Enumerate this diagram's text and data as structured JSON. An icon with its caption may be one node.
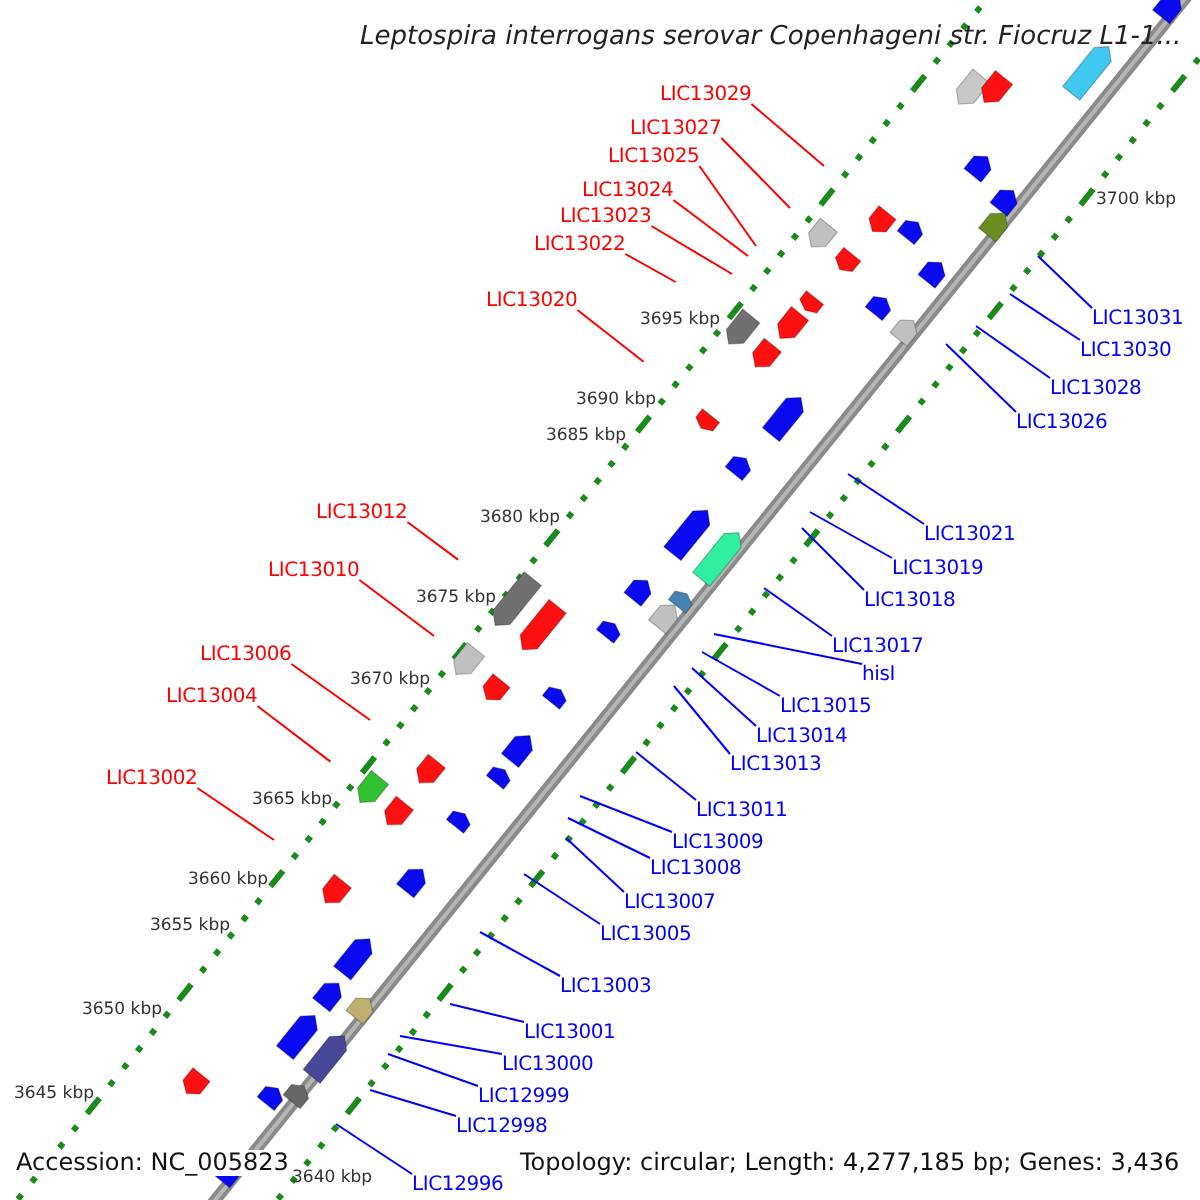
{
  "diagram": {
    "title": "Leptospira interrogans serovar Copenhageni str. Fiocruz L1-1...",
    "nodes": [
      {
        "text": [
          "LIC13029"
        ]
      },
      {
        "text": [
          "LIC13027"
        ]
      },
      {
        "text": [
          "LIC13025"
        ]
      },
      {
        "text": [
          "LIC13024"
        ]
      },
      {
        "text": [
          "LIC13023"
        ]
      },
      {
        "text": [
          "LIC13022"
        ]
      },
      {
        "text": [
          "LIC13020"
        ]
      },
      {
        "text": [
          "LIC13012"
        ]
      },
      {
        "text": [
          "LIC13010"
        ]
      },
      {
        "text": [
          "LIC13006"
        ]
      },
      {
        "text": [
          "LIC13004"
        ]
      },
      {
        "text": [
          "LIC13002"
        ]
      },
      {
        "text": [
          "LIC13031"
        ]
      },
      {
        "text": [
          "LIC13030"
        ]
      },
      {
        "text": [
          "LIC13028"
        ]
      },
      {
        "text": [
          "LIC13026"
        ]
      },
      {
        "text": [
          "LIC13021"
        ]
      },
      {
        "text": [
          "LIC13019"
        ]
      },
      {
        "text": [
          "LIC13018"
        ]
      },
      {
        "text": [
          "LIC13017"
        ]
      },
      {
        "text": [
          "hisI"
        ]
      },
      {
        "text": [
          "LIC13015"
        ]
      },
      {
        "text": [
          "LIC13014"
        ]
      },
      {
        "text": [
          "LIC13013"
        ]
      },
      {
        "text": [
          "LIC13011"
        ]
      },
      {
        "text": [
          "LIC13009"
        ]
      },
      {
        "text": [
          "LIC13008"
        ]
      },
      {
        "text": [
          "LIC13007"
        ]
      },
      {
        "text": [
          "LIC13005"
        ]
      },
      {
        "text": [
          "LIC13003"
        ]
      },
      {
        "text": [
          "LIC13001"
        ]
      },
      {
        "text": [
          "LIC13000"
        ]
      },
      {
        "text": [
          "LIC12999"
        ]
      },
      {
        "text": [
          "LIC12998"
        ]
      },
      {
        "text": [
          "LIC12996"
        ]
      }
    ],
    "edges": [
      {
        "from": 0,
        "to": null,
        "arrow": "none",
        "color": "#ff0000"
      },
      {
        "from": 1,
        "to": null,
        "arrow": "none",
        "color": "#ff0000"
      },
      {
        "from": 2,
        "to": null,
        "arrow": "none",
        "color": "#ff0000"
      },
      {
        "from": 3,
        "to": null,
        "arrow": "none",
        "color": "#ff0000"
      },
      {
        "from": 4,
        "to": null,
        "arrow": "none",
        "color": "#ff0000"
      },
      {
        "from": 5,
        "to": null,
        "arrow": "none",
        "color": "#ff0000"
      },
      {
        "from": 6,
        "to": null,
        "arrow": "none",
        "color": "#ff0000"
      },
      {
        "from": 7,
        "to": null,
        "arrow": "none",
        "color": "#ff0000"
      },
      {
        "from": 8,
        "to": null,
        "arrow": "none",
        "color": "#ff0000"
      },
      {
        "from": 9,
        "to": null,
        "arrow": "none",
        "color": "#ff0000"
      },
      {
        "from": 10,
        "to": null,
        "arrow": "none",
        "color": "#ff0000"
      },
      {
        "from": 11,
        "to": null,
        "arrow": "none",
        "color": "#ff0000"
      },
      {
        "from": 12,
        "to": null,
        "arrow": "none"
      },
      {
        "from": 13,
        "to": null,
        "arrow": "none"
      },
      {
        "from": 14,
        "to": null,
        "arrow": "none"
      },
      {
        "from": 15,
        "to": null,
        "arrow": "none"
      },
      {
        "from": 16,
        "to": null,
        "arrow": "none"
      },
      {
        "from": 17,
        "to": null,
        "arrow": "none"
      },
      {
        "from": 18,
        "to": null,
        "arrow": "none"
      },
      {
        "from": 19,
        "to": null,
        "arrow": "none"
      },
      {
        "from": 20,
        "to": null,
        "arrow": "none"
      },
      {
        "from": 21,
        "to": null,
        "arrow": "none"
      },
      {
        "from": 22,
        "to": null,
        "arrow": "none"
      },
      {
        "from": 23,
        "to": null,
        "arrow": "none"
      },
      {
        "from": 24,
        "to": null,
        "arrow": "none"
      },
      {
        "from": 25,
        "to": null,
        "arrow": "none"
      },
      {
        "from": 26,
        "to": null,
        "arrow": "none"
      },
      {
        "from": 27,
        "to": null,
        "arrow": "none"
      },
      {
        "from": 28,
        "to": null,
        "arrow": "none"
      },
      {
        "from": 29,
        "to": null,
        "arrow": "none"
      },
      {
        "from": 30,
        "to": null,
        "arrow": "none"
      },
      {
        "from": 31,
        "to": null,
        "arrow": "none"
      },
      {
        "from": 32,
        "to": null,
        "arrow": "none"
      },
      {
        "from": 33,
        "to": null,
        "arrow": "none"
      },
      {
        "from": 34,
        "to": null,
        "arrow": "none"
      }
    ],
    "labels": [
      "3700 kbp",
      "3695 kbp",
      "3690 kbp",
      "3685 kbp",
      "3680 kbp",
      "3675 kbp",
      "3670 kbp",
      "3665 kbp",
      "3660 kbp",
      "3655 kbp",
      "3650 kbp",
      "3645 kbp",
      "3640 kbp",
      "Accession: NC_005823",
      "Topology: circular; Length: 4,277,185 bp; Genes: 3,436"
    ]
  }
}
